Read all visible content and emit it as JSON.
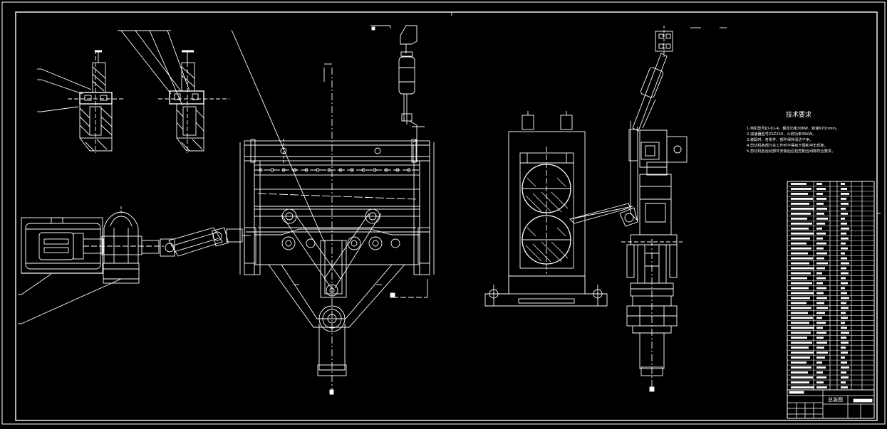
{
  "drawing": {
    "background_color": "#000000",
    "line_color": "#ffffff",
    "tech_requirements": {
      "title": "技术要求",
      "lines": [
        "1.电机型号JO-61-4，额定功率30KW，转速970r/min。",
        "2.减速器型号ZSZ250，公称功率45KW。",
        "3.装配时，各零件、部件保持清洁干净。",
        "4.剪切机各部分在工作时不得有卡阻和冲击现象。",
        "5.剪切机各运动部件安装后应检查配合间隙符合要求。"
      ]
    },
    "title_block": {
      "drawing_name": "总装图"
    }
  }
}
